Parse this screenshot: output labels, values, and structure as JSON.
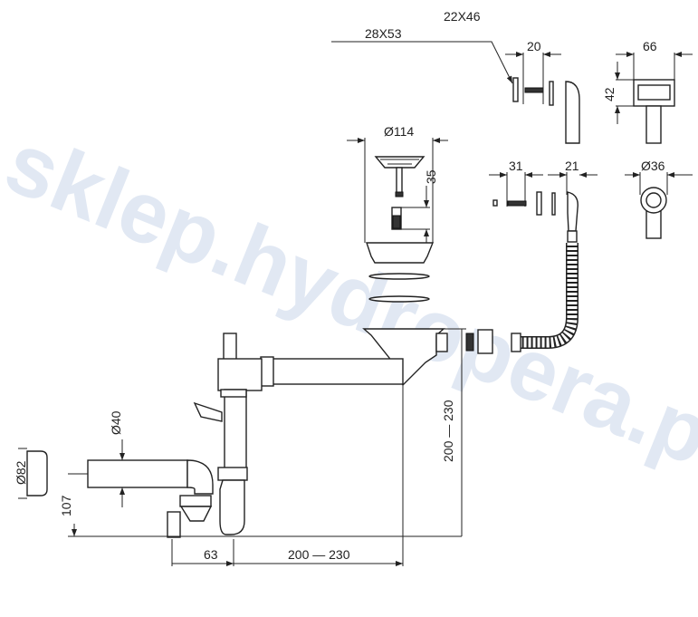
{
  "watermark": "sklep.hydropera.pl",
  "dimensions": {
    "gasket_large": "28X53",
    "gasket_small": "22X46",
    "overflow_depth": "20",
    "overflow_width": "66",
    "overflow_height": "42",
    "strainer_diameter": "Ø114",
    "plug_travel": "35",
    "bolt_length": "31",
    "connector_depth": "21",
    "connector_diameter": "Ø36",
    "pipe_diameter": "Ø40",
    "outlet_diameter": "Ø82",
    "outlet_height": "107",
    "trap_offset": "63",
    "horizontal_range": "200 — 230",
    "vertical_range": "200 — 230",
    "vertical_top": "230"
  }
}
